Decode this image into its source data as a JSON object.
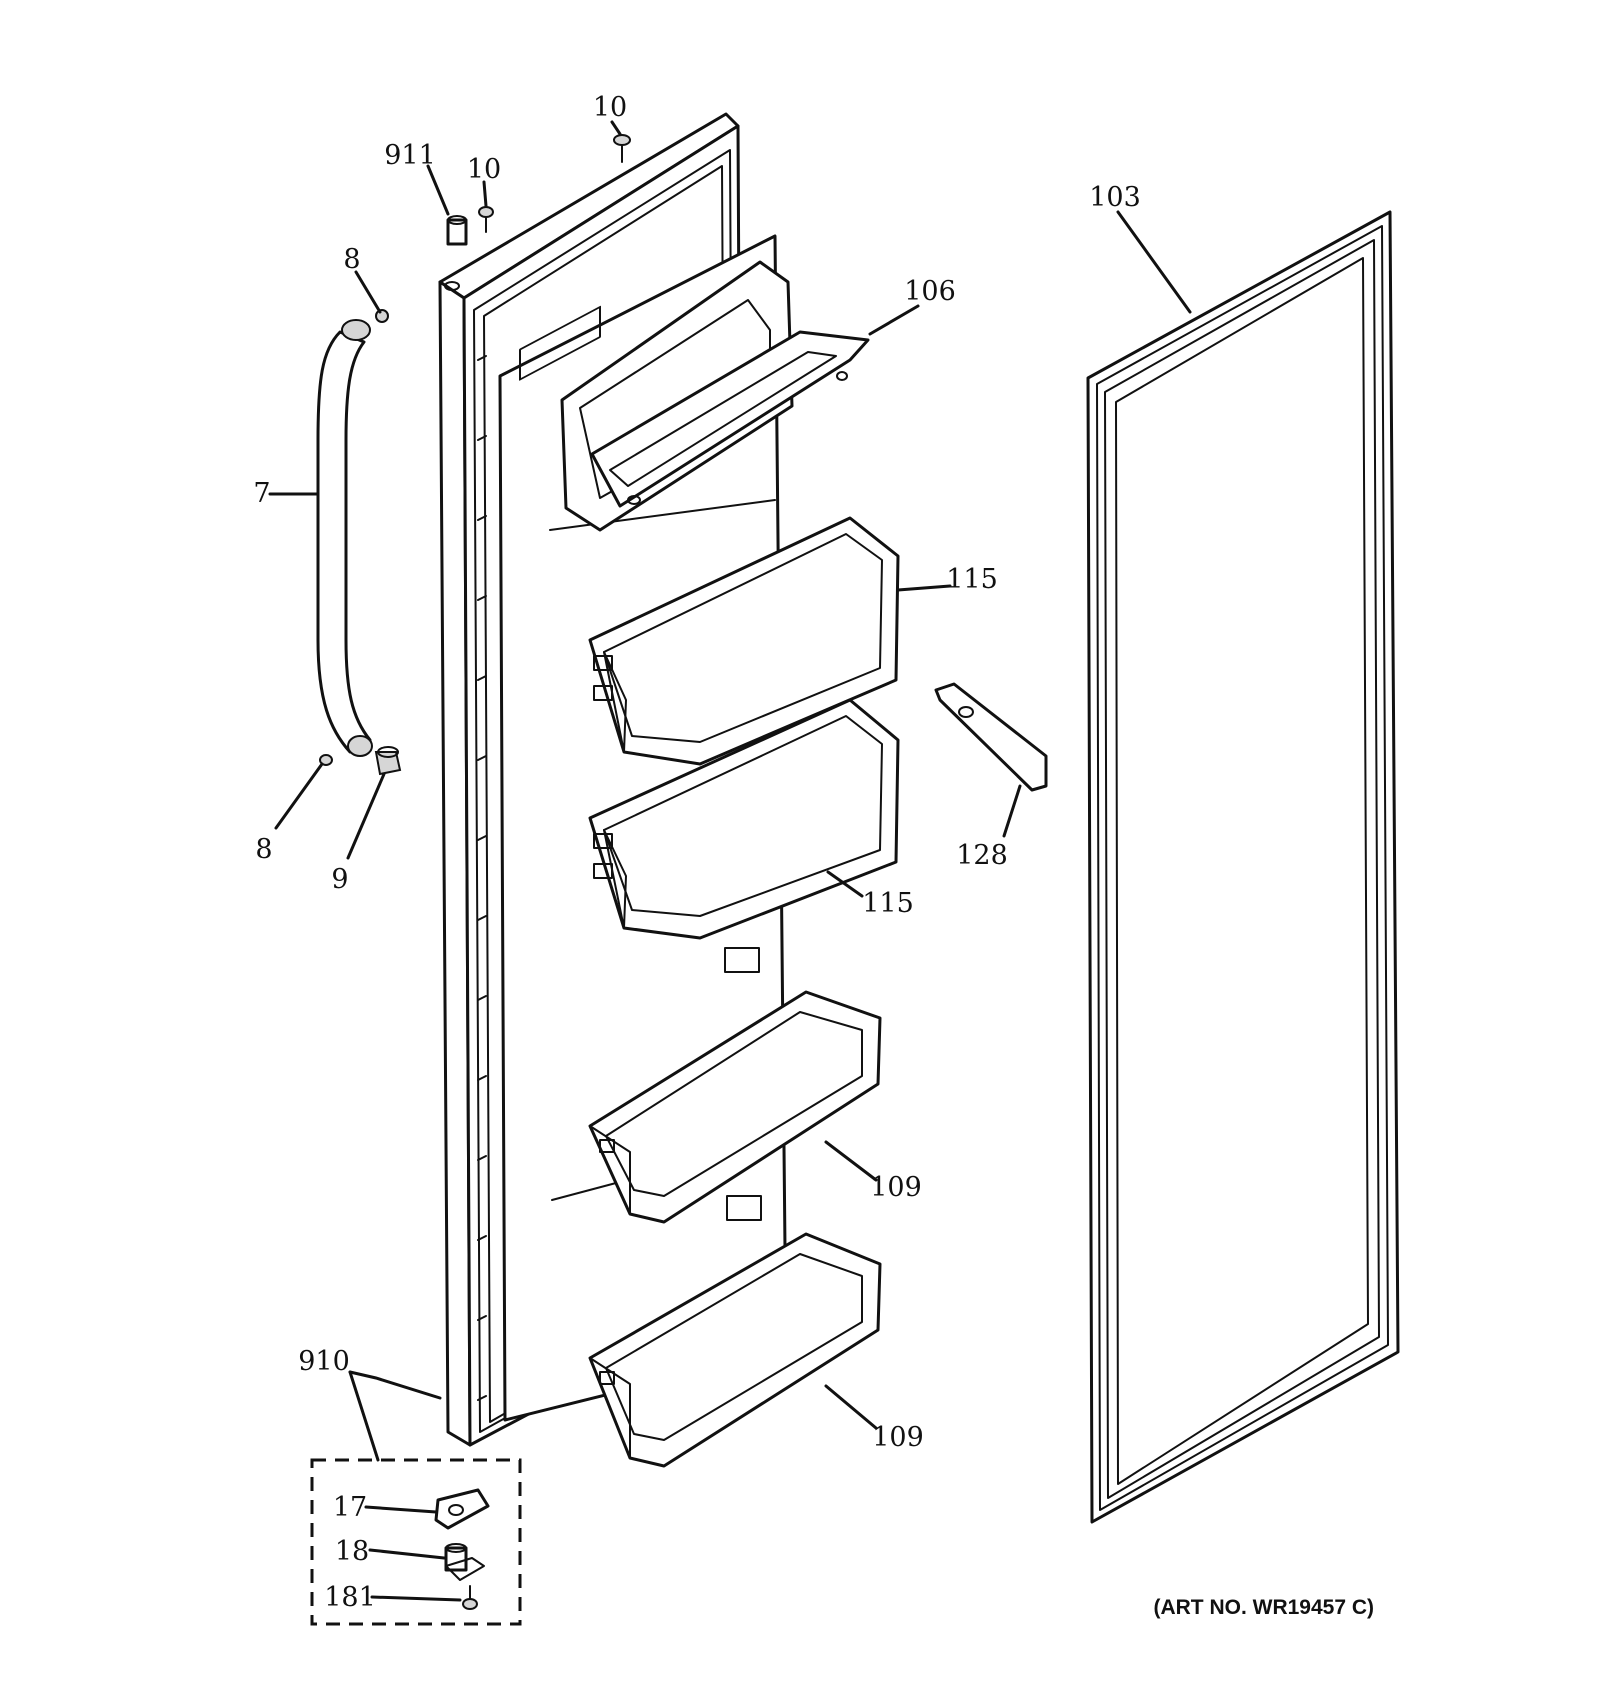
{
  "diagram": {
    "art_number": "(ART NO. WR19457 C)",
    "callouts": {
      "door_assembly": "910",
      "door_handle": "7",
      "handle_screw_top": "8",
      "handle_screw_bottom": "8",
      "handle_stud": "9",
      "top_screw_1": "10",
      "top_screw_2": "10",
      "top_bushing": "911",
      "dairy_compartment": "106",
      "upper_bin_1": "115",
      "upper_bin_2": "115",
      "lower_bin_1": "109",
      "lower_bin_2": "109",
      "door_gasket": "103",
      "shelf_support": "128",
      "hinge_bracket": "17",
      "hinge_pin": "18",
      "hinge_screw": "181"
    }
  }
}
